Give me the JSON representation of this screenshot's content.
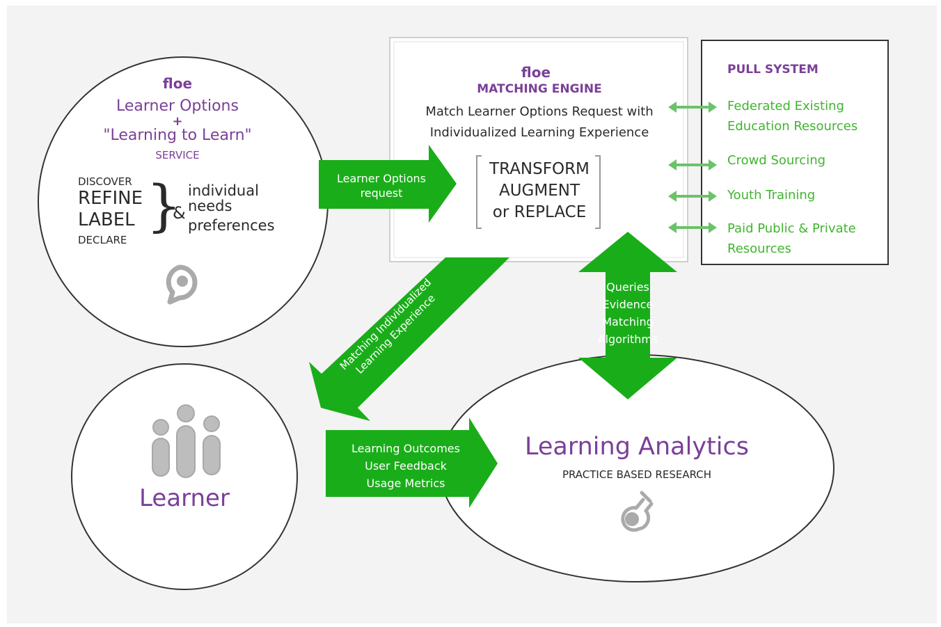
{
  "service": {
    "brand": "floe",
    "line1": "Learner Options",
    "plus": "+",
    "line2": "\"Learning to Learn\"",
    "line3": "SERVICE",
    "left_words": [
      "DISCOVER",
      "REFINE",
      "LABEL",
      "DECLARE"
    ],
    "amp": "&",
    "right_words": [
      "individual",
      "needs",
      "preferences"
    ]
  },
  "engine": {
    "brand": "floe",
    "title": "MATCHING ENGINE",
    "desc_line1": "Match Learner Options Request with",
    "desc_line2": "Individualized Learning Experience",
    "transform_lines": [
      "TRANSFORM",
      "AUGMENT",
      "or REPLACE"
    ]
  },
  "pull": {
    "title": "PULL SYSTEM",
    "items": [
      "Federated Existing\nEducation Resources",
      "Crowd Sourcing",
      "Youth Training",
      "Paid Public & Private\nResources"
    ]
  },
  "arrows": {
    "request_line1": "Learner Options",
    "request_line2": "request",
    "matching_line1": "Matching Individualized",
    "matching_line2": "Learning Experience",
    "queries_lines": [
      "Queries",
      "Evidence",
      "Matching",
      "Algorithms"
    ],
    "outcomes_lines": [
      "Learning Outcomes",
      "User Feedback",
      "Usage Metrics"
    ]
  },
  "learner": {
    "label": "Learner"
  },
  "analytics": {
    "title": "Learning Analytics",
    "subtitle": "PRACTICE BASED RESEARCH"
  },
  "colors": {
    "green_arrow": "#1aad1a",
    "light_green": "#6cc26a",
    "green_text": "#3fb52e",
    "purple": "#7b3f98",
    "background": "#f3f3f3",
    "icon_gray": "#aaaaaa"
  },
  "icons": [
    "speech-bubble-icon",
    "people-icon",
    "flask-icon"
  ]
}
